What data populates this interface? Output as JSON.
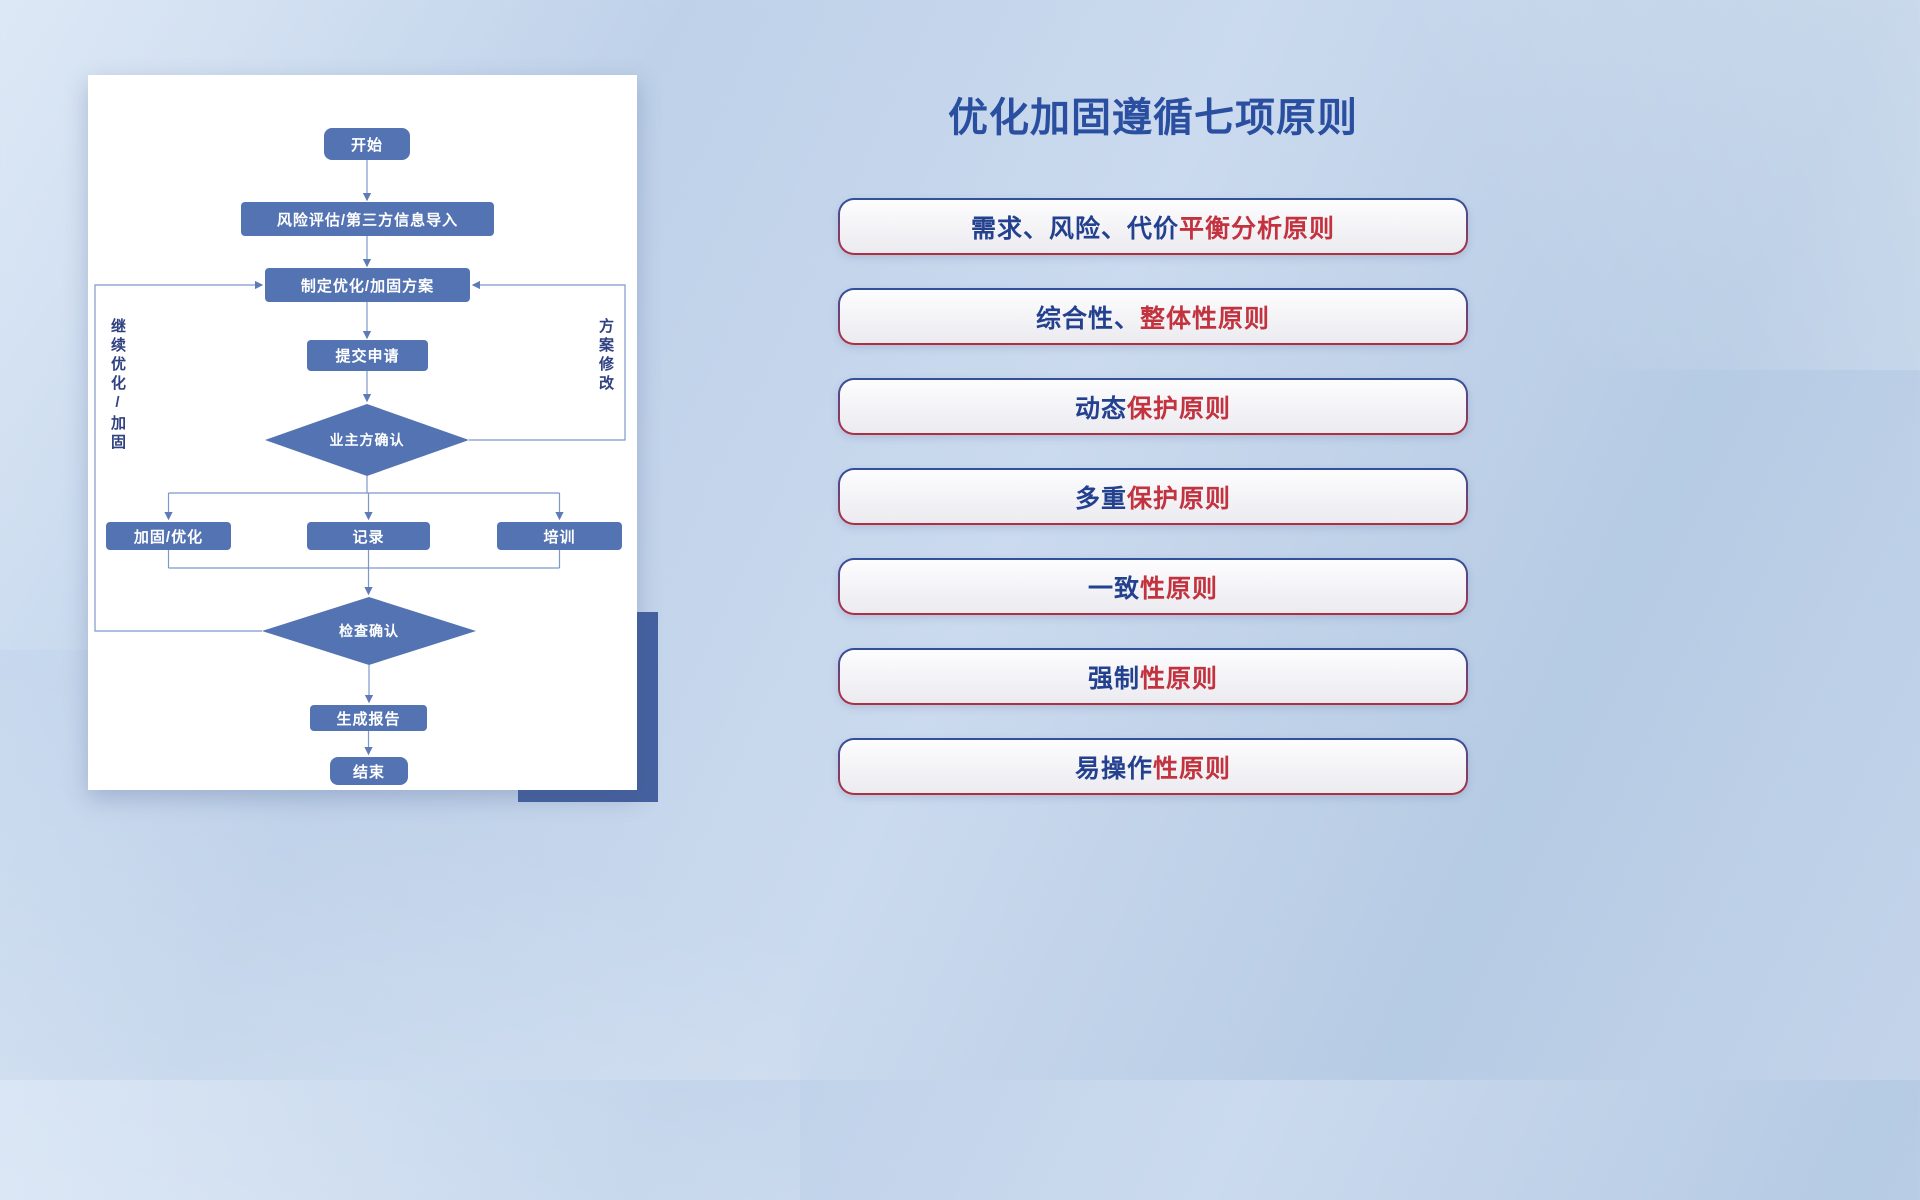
{
  "slide": {
    "title": "优化加固遵循七项原则"
  },
  "flowchart": {
    "nodes": {
      "start": "开始",
      "risk_import": "风险评估/第三方信息导入",
      "make_plan": "制定优化/加固方案",
      "submit": "提交申请",
      "owner_confirm": "业主方确认",
      "reinforce": "加固/优化",
      "record": "记录",
      "train": "培训",
      "check_confirm": "检查确认",
      "report": "生成报告",
      "end": "结束"
    },
    "loop_labels": {
      "continue_optimize": "继续优化/加固",
      "plan_modify": "方案修改"
    }
  },
  "principles": [
    {
      "lead": "需求、风险、代价",
      "tail": "平衡分析原则"
    },
    {
      "lead": "综合性、",
      "tail": "整体性原则"
    },
    {
      "lead": "动态",
      "tail": "保护原则"
    },
    {
      "lead": "多重",
      "tail": "保护原则"
    },
    {
      "lead": "一致",
      "tail": "性原则"
    },
    {
      "lead": "强制",
      "tail": "性原则"
    },
    {
      "lead": "易操作",
      "tail": "性原则"
    }
  ],
  "colors": {
    "title_blue": "#2b4fa0",
    "principle_blue": "#23418f",
    "principle_red": "#c2333f",
    "node_blue": "#5373b3",
    "connector_blue": "#7e98cb",
    "shadow_block_blue": "#45619f"
  }
}
